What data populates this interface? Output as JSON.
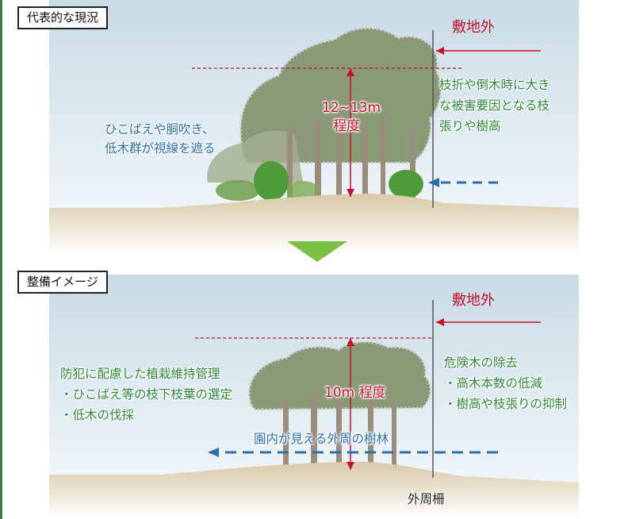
{
  "current": {
    "tab": "代表的な現況",
    "outside": "敷地外",
    "height": [
      "12~13m",
      "程度"
    ],
    "sucker": [
      "ひこばえや胴吹き、",
      "低木群が視線を遮る"
    ],
    "risk": [
      "枝折や倒木時に大き",
      "な被害要因となる枝",
      "張りや樹高"
    ]
  },
  "image": {
    "tab": "整備イメージ",
    "outside": "敷地外",
    "height": "10m 程度",
    "mgmt": [
      "防犯に配慮した植栽維持管理",
      "・ひこばえ等の枝下枝葉の選定",
      "・低木の伐採"
    ],
    "danger": [
      "危険木の除去",
      "・高木本数の低減",
      "・樹高や枝張りの抑制"
    ],
    "view": "園内が見える外周の樹林",
    "fence": "外周柵"
  },
  "colors": {
    "red": "#c8102e",
    "green": "#2e8a3a",
    "blue": "#2a6fb0",
    "arrow": "#7ac143"
  }
}
